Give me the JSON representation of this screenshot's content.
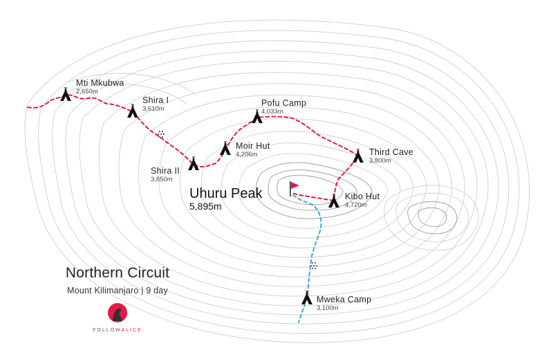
{
  "colors": {
    "trail_main": "#e8194a",
    "trail_descent": "#39a9dc",
    "contour": "#cfcfcf",
    "flag": "#e8194a"
  },
  "icons": {
    "camp": "tent-icon",
    "summit": "flag-icon",
    "trail_marker": "dotted-diamond-icon",
    "brand": "alice-logo-icon"
  },
  "camps": [
    {
      "id": "mti-mkubwa",
      "name": "Mti Mkubwa",
      "elevation": "2,650m"
    },
    {
      "id": "shira-1",
      "name": "Shira I",
      "elevation": "3,610m"
    },
    {
      "id": "shira-2",
      "name": "Shira II",
      "elevation": "3,850m"
    },
    {
      "id": "moir-hut",
      "name": "Moir Hut",
      "elevation": "4,206m"
    },
    {
      "id": "pofu-camp",
      "name": "Pofu Camp",
      "elevation": "4,033m"
    },
    {
      "id": "third-cave",
      "name": "Third Cave",
      "elevation": "3,800m"
    },
    {
      "id": "kibo-hut",
      "name": "Kibo Hut",
      "elevation": "4,720m"
    },
    {
      "id": "mweka-camp",
      "name": "Mweka Camp",
      "elevation": "3,100m"
    }
  ],
  "summit": {
    "name": "Uhuru Peak",
    "elevation": "5,895m"
  },
  "route": {
    "title": "Northern Circuit",
    "subtitle": "Mount Kilimanjaro | 9 day"
  },
  "brand": {
    "part1": "FOLLOW",
    "part2": "ALICE"
  }
}
